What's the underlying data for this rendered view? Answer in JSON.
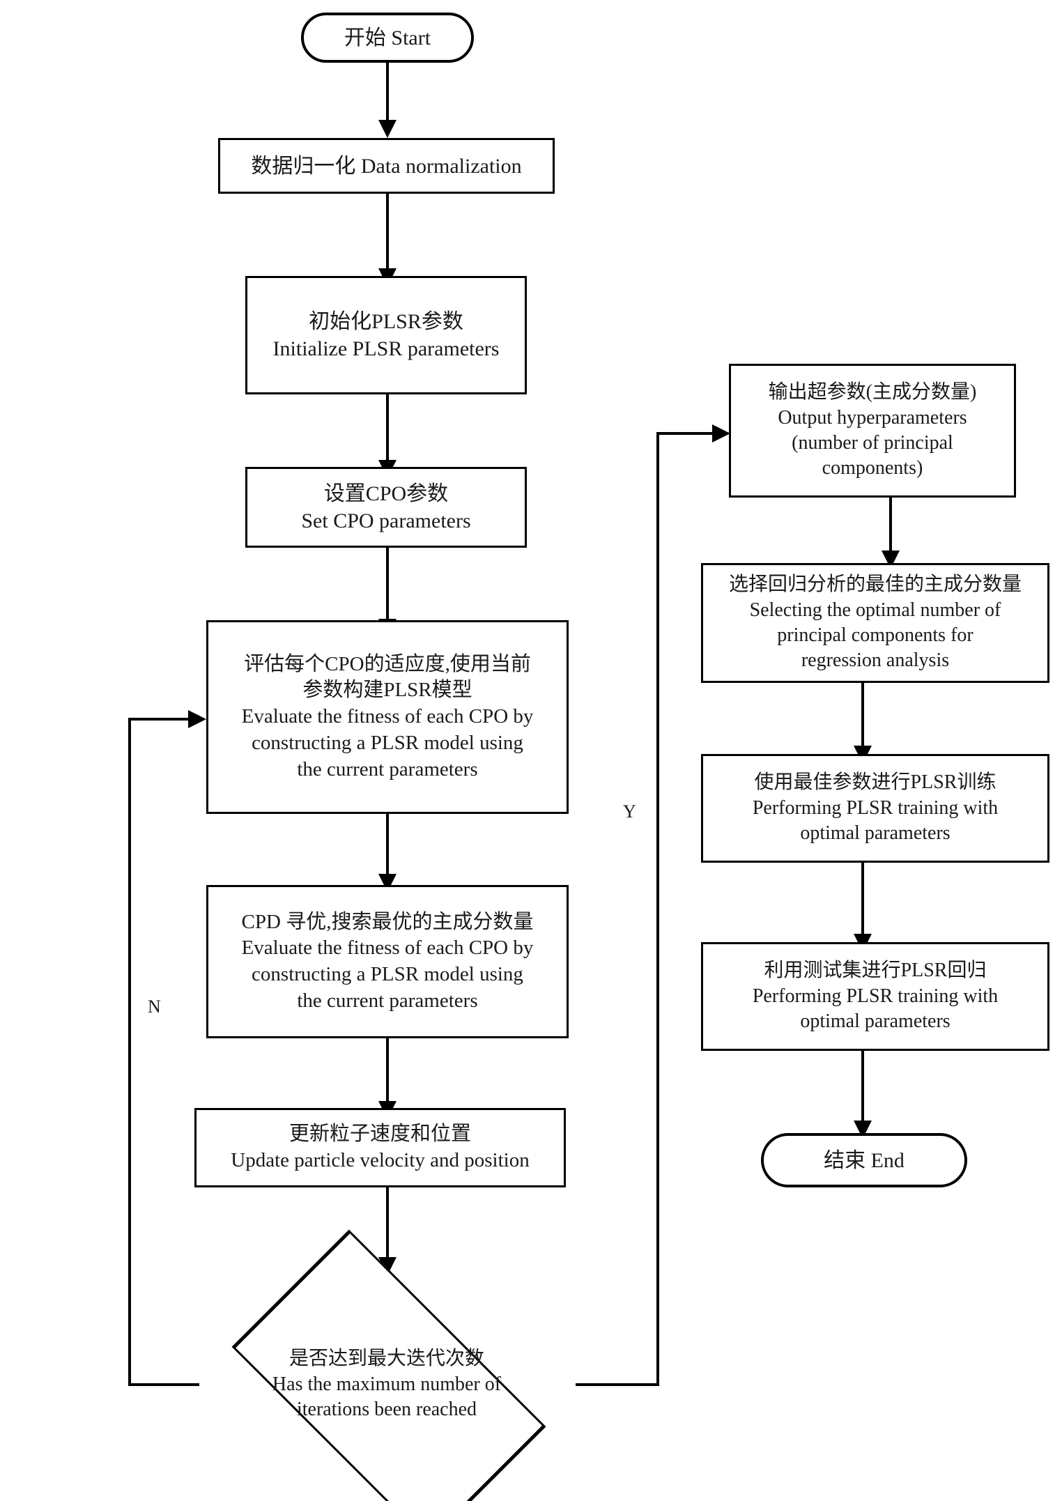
{
  "diagram": {
    "title": "CPO-PLSR optimization flowchart",
    "colors": {
      "stroke": "#000000",
      "fill": "#ffffff",
      "text": "#1a1a1a"
    },
    "nodes": {
      "start": {
        "shape": "terminator",
        "text": "开始  Start"
      },
      "data_normalization": {
        "shape": "process",
        "text": "数据归一化 Data normalization"
      },
      "init_plsr": {
        "shape": "process",
        "text": "初始化PLSR参数\nInitialize PLSR parameters"
      },
      "set_cpo": {
        "shape": "process",
        "text": "设置CPO参数\nSet CPO parameters"
      },
      "evaluate_fitness": {
        "shape": "process",
        "text": "评估每个CPO的适应度,使用当前\n参数构建PLSR模型\nEvaluate the fitness of each CPO by\nconstructing a PLSR model using\nthe current parameters"
      },
      "cpd_search": {
        "shape": "process",
        "text": "CPD 寻优,搜索最优的主成分数量\nEvaluate the fitness of each CPO by\nconstructing a PLSR model using\nthe current parameters"
      },
      "update_particle": {
        "shape": "process",
        "text": "更新粒子速度和位置\nUpdate particle velocity and position"
      },
      "max_iterations_decision": {
        "shape": "decision",
        "text": "是否达到最大迭代次数\nHas the maximum number of\niterations been reached"
      },
      "output_hyperparameters": {
        "shape": "process",
        "text": "输出超参数(主成分数量)\nOutput hyperparameters\n(number of principal\ncomponents)"
      },
      "select_optimal_pc": {
        "shape": "process",
        "text": "选择回归分析的最佳的主成分数量\nSelecting the optimal number of\nprincipal components for\nregression analysis"
      },
      "plsr_training": {
        "shape": "process",
        "text": "使用最佳参数进行PLSR训练\nPerforming PLSR training with\noptimal parameters"
      },
      "plsr_regression_test": {
        "shape": "process",
        "text": "利用测试集进行PLSR回归\nPerforming PLSR training with\noptimal parameters"
      },
      "end": {
        "shape": "terminator",
        "text": "结束 End"
      }
    },
    "branch_labels": {
      "yes": "Y",
      "no": "N"
    }
  }
}
